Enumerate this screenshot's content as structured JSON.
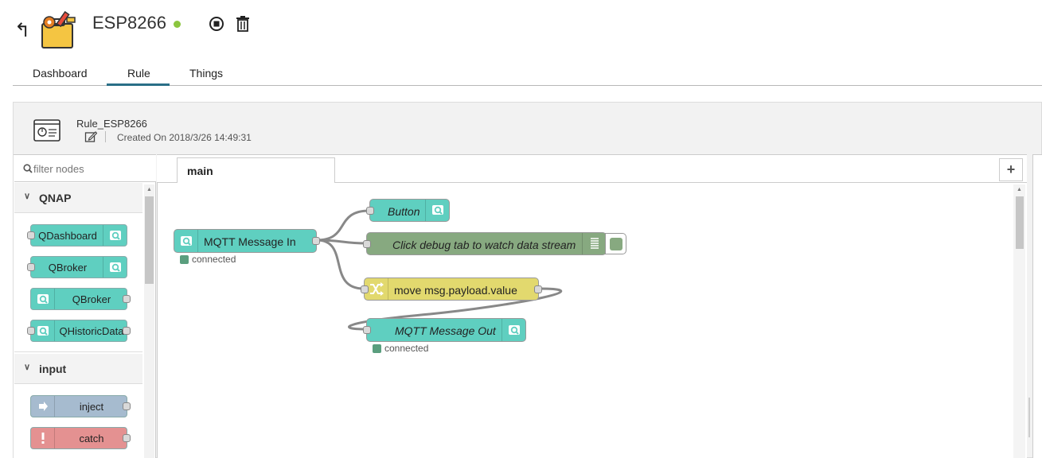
{
  "header": {
    "back_icon": "back-arrow-icon",
    "app_icon": "toolbox-icon",
    "title": "ESP8266",
    "status_color": "#8cc63f",
    "stop_icon": "stop-circle-icon",
    "delete_icon": "trash-icon"
  },
  "tabs": [
    {
      "label": "Dashboard",
      "active": false
    },
    {
      "label": "Rule",
      "active": true
    },
    {
      "label": "Things",
      "active": false
    }
  ],
  "rule": {
    "name": "Rule_ESP8266",
    "created": "Created On 2018/3/26 14:49:31"
  },
  "palette": {
    "filter_placeholder": "filter nodes",
    "categories": [
      {
        "label": "QNAP",
        "nodes": [
          "QDashboard",
          "QBroker",
          "QBroker",
          "QHistoricData"
        ]
      },
      {
        "label": "input",
        "nodes": [
          "inject",
          "catch"
        ]
      }
    ]
  },
  "workspace": {
    "tab_label": "main",
    "add_tab_label": "+",
    "nodes": {
      "mqtt_in": "MQTT Message In",
      "mqtt_in_status": "connected",
      "button": "Button",
      "debug": "Click debug tab to watch data stream",
      "change": "move msg.payload.value",
      "mqtt_out": "MQTT Message Out",
      "mqtt_out_status": "connected"
    }
  },
  "colors": {
    "accent": "#2a6f87",
    "qnap_node": "#5fcfc0",
    "inject_node": "#a6bbcf",
    "catch_node": "#e49191",
    "debug_node": "#87a980",
    "change_node": "#e2d96e"
  }
}
